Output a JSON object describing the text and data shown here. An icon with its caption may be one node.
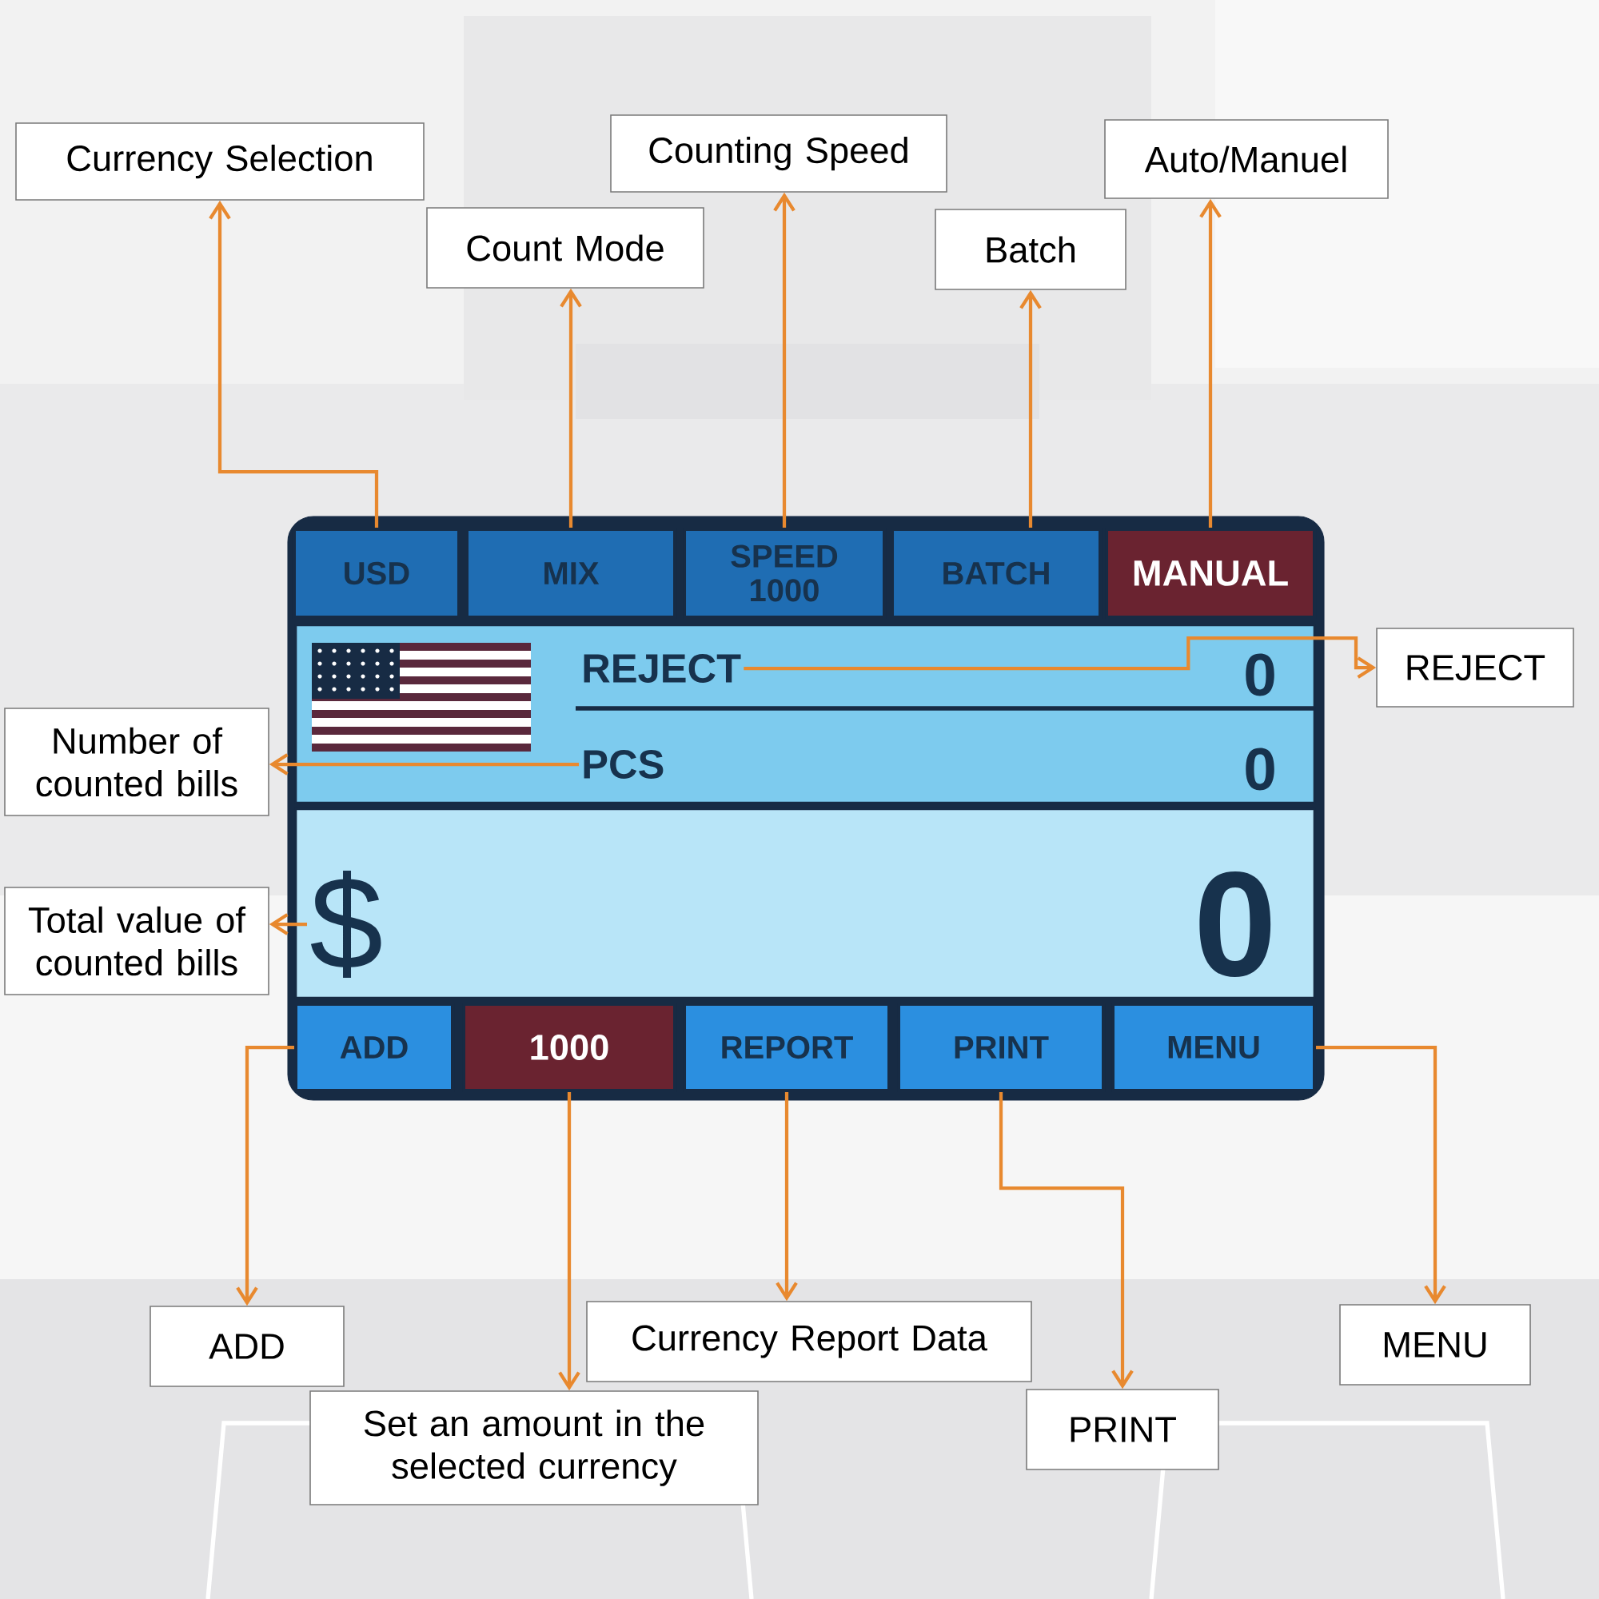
{
  "diagram": {
    "nodes": [
      {
        "text": [],
        "shape": "box"
      },
      {
        "text": [
          "USD"
        ],
        "in": 0
      },
      {
        "text": [
          "MIX"
        ],
        "in": 0
      },
      {
        "text": [
          "SPEED",
          "1000"
        ],
        "in": 0
      },
      {
        "text": [
          "BATCH"
        ],
        "in": 0
      },
      {
        "text": [
          "MANUAL"
        ],
        "in": 0
      },
      {
        "text": [],
        "shape": "box",
        "in": 0
      },
      {
        "text": [
          "REJECT"
        ],
        "in": 6
      },
      {
        "text": [
          "PCS"
        ],
        "in": 6
      },
      {
        "text": [],
        "shape": "box",
        "in": 0
      },
      {
        "text": [
          "$"
        ],
        "in": 9
      },
      {
        "text": [
          "ADD"
        ],
        "in": 0
      },
      {
        "text": [
          "1000"
        ],
        "in": 0
      },
      {
        "text": [
          "REPORT"
        ],
        "in": 0
      },
      {
        "text": [
          "PRINT"
        ],
        "in": 0
      },
      {
        "text": [
          "MENU"
        ],
        "in": 0
      },
      {
        "text": [
          "Currency Selection"
        ]
      },
      {
        "text": [
          "Count Mode"
        ]
      },
      {
        "text": [
          "Counting Speed"
        ]
      },
      {
        "text": [
          "Batch"
        ]
      },
      {
        "text": [
          "Auto/Manuel"
        ]
      },
      {
        "text": [
          "REJECT"
        ]
      },
      {
        "text": [
          "Number of counted bills"
        ]
      },
      {
        "text": [
          "Total value of counted bills"
        ]
      },
      {
        "text": [
          "ADD"
        ]
      },
      {
        "text": [
          "Set an amount in the selected currency"
        ]
      },
      {
        "text": [
          "Currency Report Data"
        ]
      },
      {
        "text": [
          "PRINT"
        ]
      },
      {
        "text": [
          "MENU"
        ]
      }
    ],
    "edges": [
      {
        "from": 1,
        "to": 16,
        "arrow": "to"
      },
      {
        "from": 2,
        "to": 17,
        "arrow": "to"
      },
      {
        "from": 3,
        "to": 18,
        "arrow": "to"
      },
      {
        "from": 4,
        "to": 19,
        "arrow": "to"
      },
      {
        "from": 5,
        "to": 20,
        "arrow": "to"
      },
      {
        "from": 7,
        "to": 21,
        "arrow": "to"
      },
      {
        "from": 8,
        "to": 22,
        "arrow": "to"
      },
      {
        "from": 10,
        "to": 23,
        "arrow": "to"
      },
      {
        "from": 11,
        "to": 24,
        "arrow": "to"
      },
      {
        "from": 12,
        "to": 25,
        "arrow": "to"
      },
      {
        "from": 13,
        "to": 26,
        "arrow": "to"
      },
      {
        "from": 14,
        "to": 27,
        "arrow": "to"
      },
      {
        "from": 15,
        "to": 28,
        "arrow": "to"
      }
    ],
    "labels": [
      "0",
      "0",
      "0"
    ]
  }
}
